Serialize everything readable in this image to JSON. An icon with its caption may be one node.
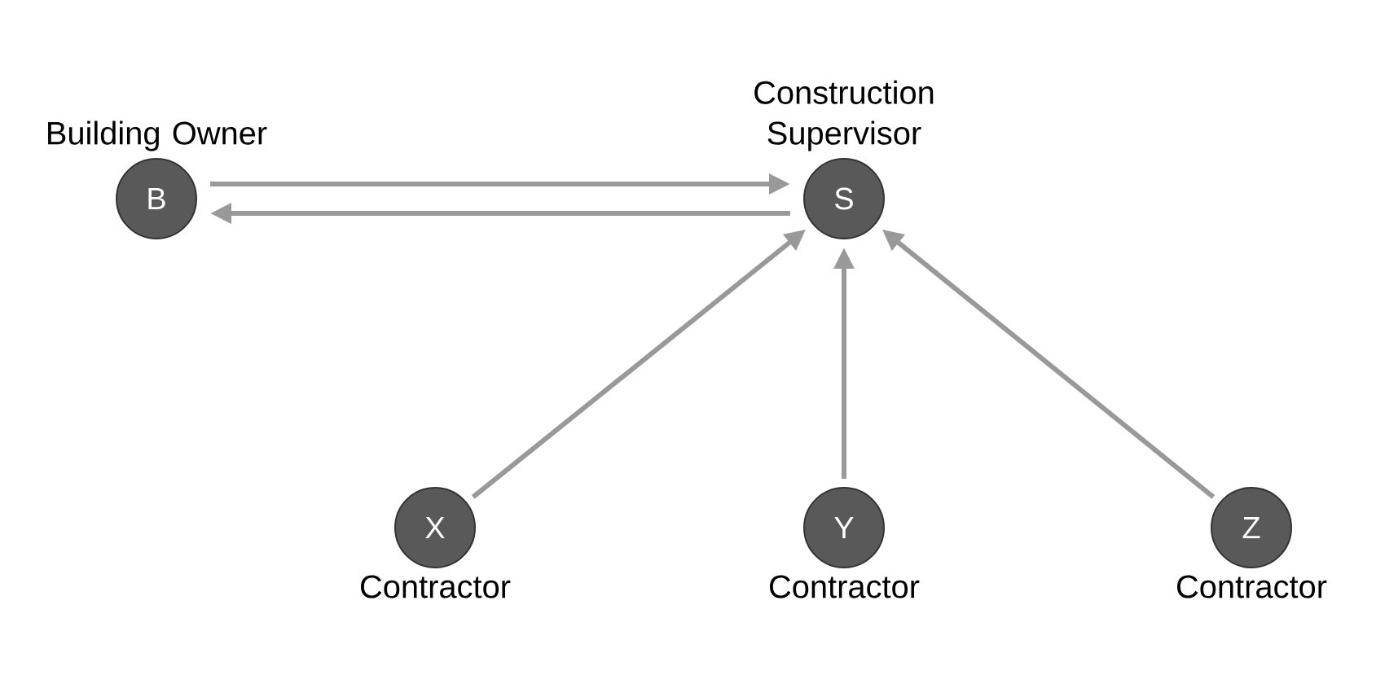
{
  "diagram": {
    "nodes": [
      {
        "text": [
          "B"
        ],
        "beside": [
          "Building Owner"
        ]
      },
      {
        "text": [
          "S"
        ],
        "beside": [
          "Construction Supervisor"
        ]
      },
      {
        "text": [
          "X"
        ],
        "beside": [
          "Contractor"
        ]
      },
      {
        "text": [
          "Y"
        ],
        "beside": [
          "Contractor"
        ]
      },
      {
        "text": [
          "Z"
        ],
        "beside": [
          "Contractor"
        ]
      }
    ],
    "edges": [
      {
        "from": 0,
        "to": 1,
        "arrow": "to"
      },
      {
        "from": 1,
        "to": 0,
        "arrow": "to"
      },
      {
        "from": 2,
        "to": 1,
        "arrow": "to"
      },
      {
        "from": 3,
        "to": 1,
        "arrow": "to"
      },
      {
        "from": 4,
        "to": 1,
        "arrow": "to"
      }
    ]
  }
}
